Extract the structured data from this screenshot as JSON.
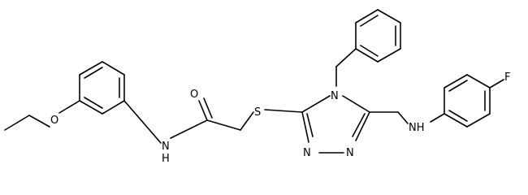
{
  "molecule": {
    "atom_labels": {
      "ether_oxygen": "O",
      "carbonyl_oxygen": "O",
      "amide_nh": "N",
      "amide_h": "H",
      "thioether_sulfur": "S",
      "triazole_n4": "N",
      "triazole_n1": "N",
      "triazole_n2": "N",
      "amine_nh": "NH",
      "fluorine": "F"
    }
  }
}
